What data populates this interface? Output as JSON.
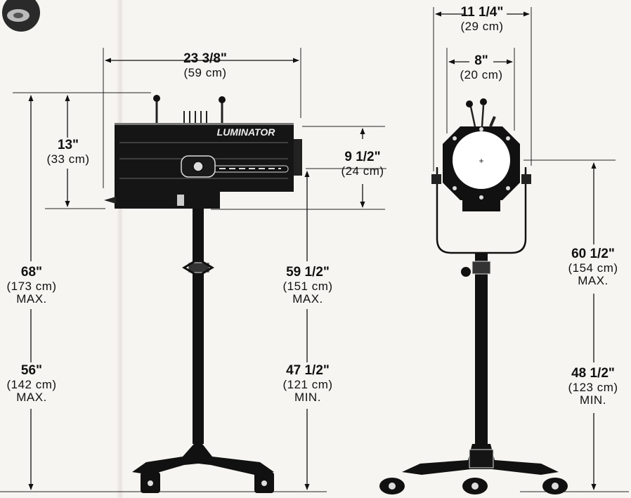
{
  "brand_label": "LUMINATOR",
  "side_view": {
    "length": {
      "value": "23 3/8\"",
      "metric": "(59 cm)"
    },
    "height": {
      "value": "13\"",
      "metric": "(33 cm)"
    },
    "head_height": {
      "value": "9 1/2\"",
      "metric": "(24 cm)"
    },
    "overall_max": {
      "value": "68\"",
      "metric": "(173 cm)",
      "note": "MAX."
    },
    "overall_min": {
      "value": "56\"",
      "metric": "(142 cm)",
      "note": "MAX."
    },
    "yoke_max": {
      "value": "59 1/2\"",
      "metric": "(151 cm)",
      "note": "MAX."
    },
    "yoke_min": {
      "value": "47 1/2\"",
      "metric": "(121 cm)",
      "note": "MIN."
    }
  },
  "front_view": {
    "outer_width": {
      "value": "11 1/4\"",
      "metric": "(29 cm)"
    },
    "lens_width": {
      "value": "8\"",
      "metric": "(20 cm)"
    },
    "yoke_max": {
      "value": "60 1/2\"",
      "metric": "(154 cm)",
      "note": "MAX."
    },
    "yoke_min": {
      "value": "48 1/2\"",
      "metric": "(123 cm)",
      "note": "MIN."
    }
  }
}
